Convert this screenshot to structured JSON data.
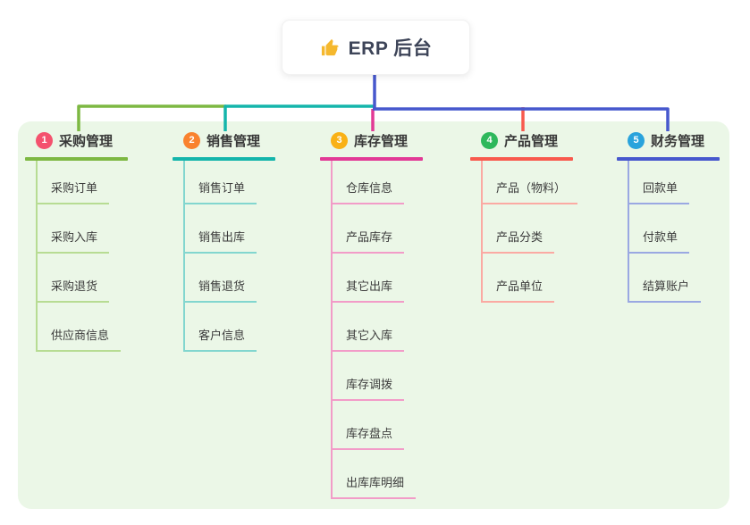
{
  "root": {
    "label": "ERP 后台",
    "icon": "thumbs-up-icon",
    "icon_color": "#f5b82e"
  },
  "branches": [
    {
      "number": "1",
      "label": "采购管理",
      "line_color": "#7db842",
      "child_line_color": "#b7dc93",
      "badge_color": "#f4526e",
      "children": [
        "采购订单",
        "采购入库",
        "采购退货",
        "供应商信息"
      ]
    },
    {
      "number": "2",
      "label": "销售管理",
      "line_color": "#14b5ab",
      "child_line_color": "#82d6cf",
      "badge_color": "#f9822e",
      "children": [
        "销售订单",
        "销售出库",
        "销售退货",
        "客户信息"
      ]
    },
    {
      "number": "3",
      "label": "库存管理",
      "line_color": "#e23a96",
      "child_line_color": "#f29cc8",
      "badge_color": "#f9b115",
      "children": [
        "仓库信息",
        "产品库存",
        "其它出库",
        "其它入库",
        "库存调拨",
        "库存盘点",
        "出库库明细"
      ]
    },
    {
      "number": "4",
      "label": "产品管理",
      "line_color": "#f85a4e",
      "child_line_color": "#fbaaa3",
      "badge_color": "#2eb85c",
      "children": [
        "产品（物料）",
        "产品分类",
        "产品单位"
      ]
    },
    {
      "number": "5",
      "label": "财务管理",
      "line_color": "#4758cd",
      "child_line_color": "#9aa8e2",
      "badge_color": "#29a3dc",
      "children": [
        "回款单",
        "付款单",
        "结算账户"
      ]
    }
  ],
  "canvas": {
    "panel_color": "#ebf7e7",
    "background": "#ffffff",
    "root_link_color": "#4758cd"
  }
}
